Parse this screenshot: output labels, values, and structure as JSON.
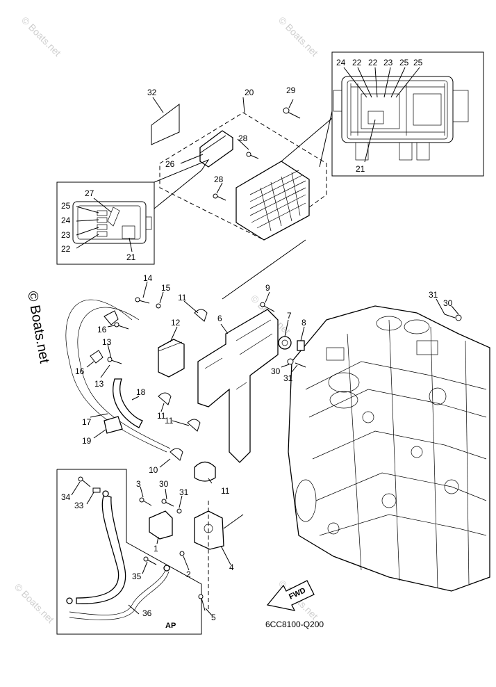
{
  "watermark": {
    "text": "© Boats.net",
    "side_text": "© Boats.net"
  },
  "diagram": {
    "code": "6CC8100-Q200",
    "ap_label": "AP",
    "fwd_label": "FWD"
  },
  "callouts": {
    "c32": "32",
    "c20": "20",
    "c29": "29",
    "c28a": "28",
    "c28b": "28",
    "c26": "26",
    "c24t": "24",
    "c22t1": "22",
    "c22t2": "22",
    "c23t": "23",
    "c25t1": "25",
    "c25t2": "25",
    "c21t": "21",
    "c27": "27",
    "c25i": "25",
    "c24i": "24",
    "c23i": "23",
    "c22i": "22",
    "c21i": "21",
    "c14": "14",
    "c15": "15",
    "c11a": "11",
    "c9": "9",
    "c31a": "31",
    "c30a": "30",
    "c16a": "16",
    "c13a": "13",
    "c12": "12",
    "c6": "6",
    "c7": "7",
    "c8": "8",
    "c16b": "16",
    "c13b": "13",
    "c30b": "30",
    "c31b": "31",
    "c18": "18",
    "c17": "17",
    "c11b": "11",
    "c11c": "11",
    "c19": "19",
    "c10": "10",
    "c11d": "11",
    "c3": "3",
    "c30c": "30",
    "c31c": "31",
    "c34": "34",
    "c33": "33",
    "c1": "1",
    "c4": "4",
    "c2": "2",
    "c35": "35",
    "c36": "36",
    "c5": "5"
  }
}
